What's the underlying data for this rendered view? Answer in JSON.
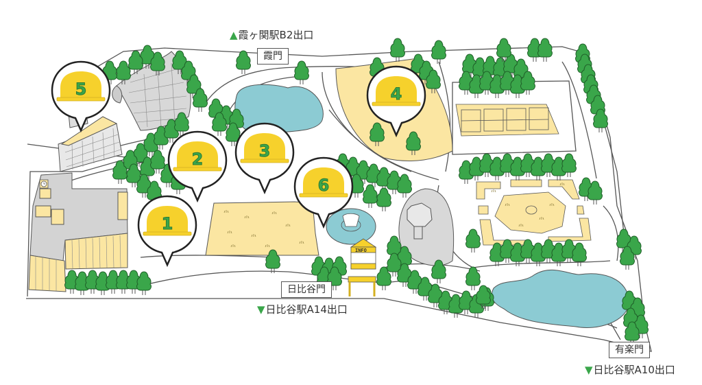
{
  "map": {
    "colors": {
      "tree": "#3aa64a",
      "tree_outline": "#1f5e28",
      "sand": "#fbe6a2",
      "water": "#8ccbd3",
      "building": "#d3d3d3",
      "marker_helmet": "#f6d12c",
      "marker_number": "#3aa64a",
      "exit_arrow": "#3aa64a"
    },
    "gates": [
      {
        "id": "kasumi",
        "label": "霞門"
      },
      {
        "id": "hibiya",
        "label": "日比谷門"
      },
      {
        "id": "yuraku",
        "label": "有楽門"
      }
    ],
    "exits": [
      {
        "id": "kasumigaseki-b2",
        "arrow": "▲",
        "label": "霞ヶ関駅B2出口"
      },
      {
        "id": "hibiya-a14",
        "arrow": "▼",
        "label": "日比谷駅A14出口"
      },
      {
        "id": "hibiya-a10",
        "arrow": "▼",
        "label": "日比谷駅A10出口"
      }
    ],
    "markers": [
      {
        "number": "1"
      },
      {
        "number": "2"
      },
      {
        "number": "3"
      },
      {
        "number": "4"
      },
      {
        "number": "5"
      },
      {
        "number": "6"
      }
    ],
    "info_booth": {
      "label": "INFO"
    },
    "icons": {
      "clock": "clock-icon",
      "fountain": "fountain-icon",
      "tree": "tree-icon",
      "helmet": "helmet-icon"
    }
  }
}
